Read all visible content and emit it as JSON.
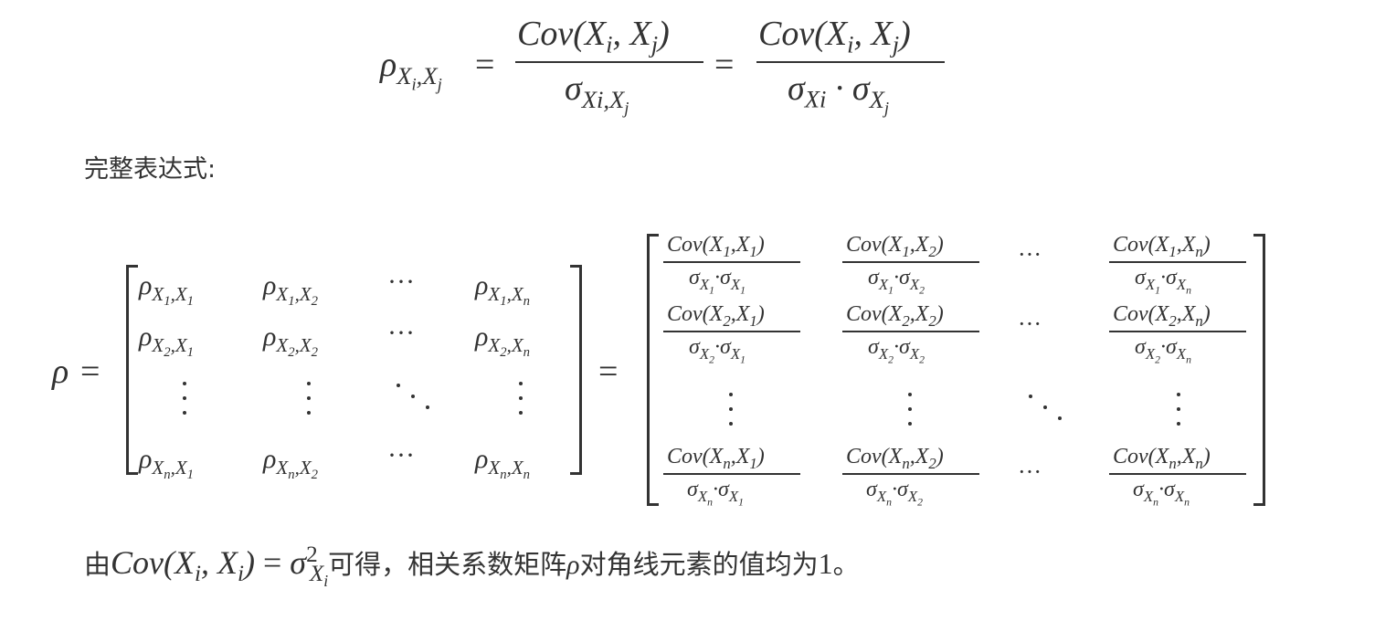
{
  "eq1": {
    "lhs": "ρ",
    "lhs_sub": "Xi,Xj",
    "equals": "=",
    "num1": "Cov(Xi, Xj)",
    "den1": "σXi,Xj",
    "num2": "Cov(Xi, Xj)",
    "den2": "σXi · σXj"
  },
  "label_full": "完整表达式:",
  "matrix_left": {
    "rows": [
      [
        "ρX1,X1",
        "ρX1,X2",
        "···",
        "ρX1,Xn"
      ],
      [
        "ρX2,X1",
        "ρX2,X2",
        "···",
        "ρX2,Xn"
      ],
      [
        "⋮",
        "⋮",
        "⋱",
        "⋮"
      ],
      [
        "ρXn,X1",
        "ρXn,X2",
        "···",
        "ρXn,Xn"
      ]
    ]
  },
  "matrix_right": {
    "rows": [
      [
        {
          "num": "Cov(X1,X1)",
          "den": "σX1·σX1"
        },
        {
          "num": "Cov(X1,X2)",
          "den": "σX1·σX2"
        },
        "···",
        {
          "num": "Cov(X1,Xn)",
          "den": "σX1·σXn"
        }
      ],
      [
        {
          "num": "Cov(X2,X1)",
          "den": "σX2·σX1"
        },
        {
          "num": "Cov(X2,X2)",
          "den": "σX2·σX2"
        },
        "···",
        {
          "num": "Cov(X2,Xn)",
          "den": "σX2·σXn"
        }
      ],
      [
        "⋮",
        "⋮",
        "⋱",
        "⋮"
      ],
      [
        {
          "num": "Cov(Xn,X1)",
          "den": "σXn·σX1"
        },
        {
          "num": "Cov(Xn,X2)",
          "den": "σXn·σX2"
        },
        "···",
        {
          "num": "Cov(Xn,Xn)",
          "den": "σXn·σXn"
        }
      ]
    ]
  },
  "conclusion": {
    "prefix": "由",
    "formula": "Cov(Xi, Xi) = σ²Xi",
    "middle": "可得，相关系数矩阵",
    "symbol": "ρ",
    "suffix": "对角线元素的值均为",
    "value": "1",
    "end": "。"
  }
}
